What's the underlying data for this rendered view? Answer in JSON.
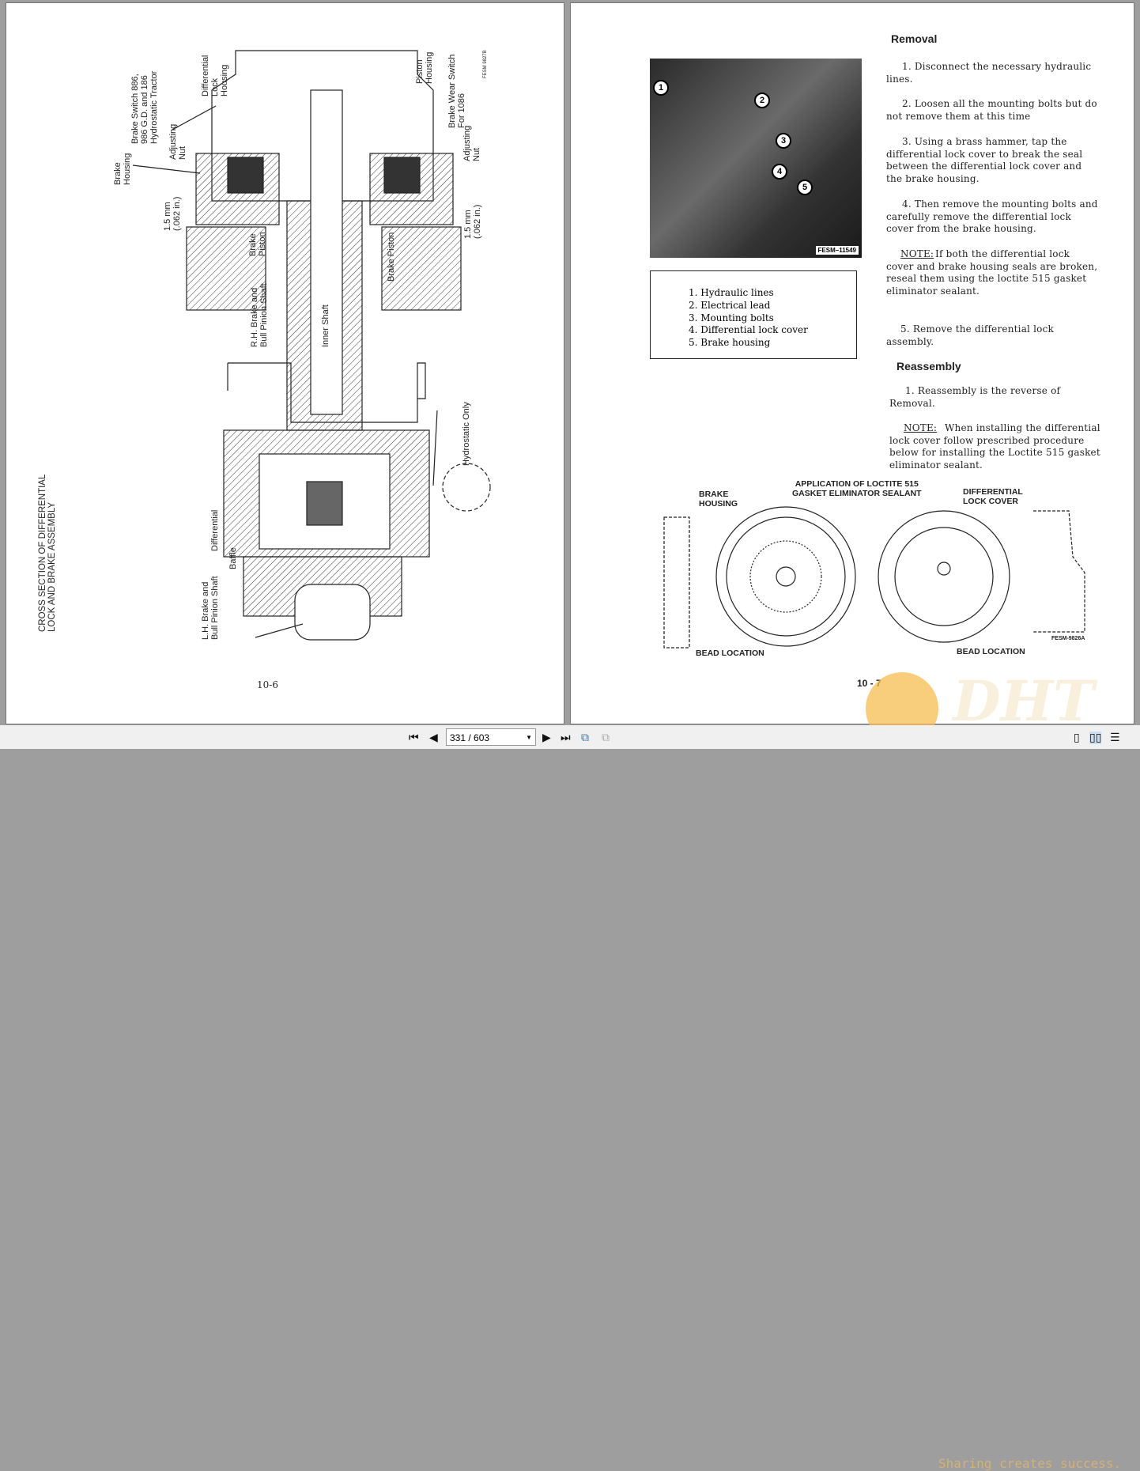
{
  "viewer": {
    "page_indicator": "331 / 603",
    "watermark_text": "Sharing creates success.",
    "logo_text": "DHT"
  },
  "left_page": {
    "title": "CROSS SECTION OF DIFFERENTIAL\nLOCK AND BRAKE ASSEMBLY",
    "page_number": "10-6",
    "figure_id": "FESM 9827B",
    "labels": {
      "brake_housing": "Brake\nHousing",
      "brake_switch": "Brake Switch 886,\n986 G.D. and 186\nHydrostatic Tractor",
      "adjusting_nut_left": "Adjusting\nNut",
      "diff_lock_housing": "Differential\nLock\nHousing",
      "piston_housing": "Piston\nHousing",
      "brake_wear_switch": "Brake Wear Switch\nFor 1086",
      "adjusting_nut_right": "Adjusting\nNut",
      "gap_left": "1.5 mm\n(.062 in.)",
      "gap_right": "1.5 mm\n(.062 in.)",
      "brake_piston_left": "Brake\nPiston",
      "brake_piston_right": "Brake Piston",
      "rh_shaft": "R.H. Brake and\nBull Pinion Shaft",
      "inner_shaft": "Inner Shaft",
      "hydrostatic_only": "Hydrostatic Only",
      "differential": "Differential",
      "baffle": "Baffle",
      "lh_shaft": "L.H. Brake and\nBull Pinion Shaft"
    }
  },
  "right_page": {
    "removal_heading": "Removal",
    "removal_steps": [
      "1.  Disconnect the necessary hydraulic lines.",
      "2.  Loosen all the mounting bolts but do not remove them at this time",
      "3.  Using a brass hammer, tap the differential lock cover to break the seal between the differential lock cover and the brake housing.",
      "4.  Then remove the mounting bolts and carefully remove the differential lock cover from the brake housing.",
      "If both the differential lock cover and brake housing seals are broken, reseal them using the loctite 515 gasket eliminator sealant.",
      "5.  Remove the differential lock assembly."
    ],
    "note_label": "NOTE:",
    "photo_id": "FESM–11549",
    "callouts": [
      "1",
      "2",
      "3",
      "4",
      "5"
    ],
    "legend": [
      "1.  Hydraulic lines",
      "2.  Electrical lead",
      "3.  Mounting bolts",
      "4.  Differential lock cover",
      "5.  Brake housing"
    ],
    "reassembly_heading": "Reassembly",
    "reassembly_step": "1.  Reassembly is the reverse of Removal.",
    "reassembly_note": "When installing the differential lock cover follow prescribed procedure below for installing the Loctite 515 gasket eliminator sealant.",
    "diagram": {
      "brake_housing": "BRAKE\nHOUSING",
      "application": "APPLICATION OF LOCTITE 515\nGASKET ELIMINATOR SEALANT",
      "diff_lock_cover": "DIFFERENTIAL\nLOCK COVER",
      "bead_left": "BEAD LOCATION",
      "bead_right": "BEAD LOCATION",
      "figure_id": "FESM-9826A"
    },
    "page_number": "10 - 7"
  }
}
